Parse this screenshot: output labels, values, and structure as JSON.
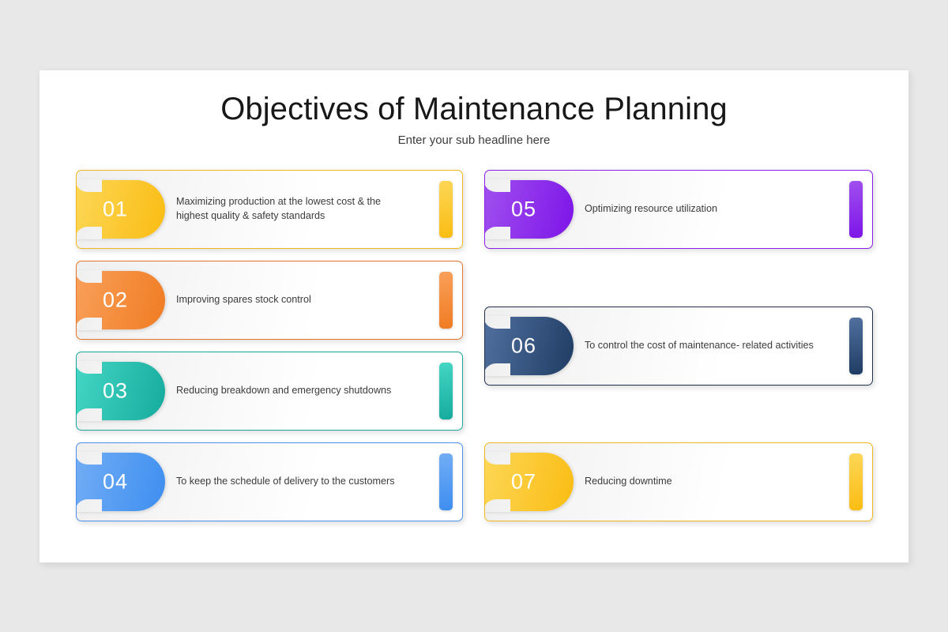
{
  "slide": {
    "title": "Objectives of Maintenance Planning",
    "subtitle": "Enter your sub headline here",
    "background_color": "#e8e8e8",
    "canvas_color": "#ffffff"
  },
  "cards": [
    {
      "number": "01",
      "text": "Maximizing production at the lowest cost & the highest quality & safety standards",
      "color_from": "#fdd757",
      "color_to": "#fabc12",
      "border_color": "#f0b71e",
      "column": "left",
      "row": 1
    },
    {
      "number": "02",
      "text": "Improving spares stock control",
      "color_from": "#f9a05a",
      "color_to": "#f07c22",
      "border_color": "#e8762a",
      "column": "left",
      "row": 2
    },
    {
      "number": "03",
      "text": "Reducing breakdown and emergency shutdowns",
      "color_from": "#45d6c4",
      "color_to": "#15ab9d",
      "border_color": "#18a99c",
      "column": "left",
      "row": 3
    },
    {
      "number": "04",
      "text": "To keep the schedule of delivery to the customers",
      "color_from": "#72adf5",
      "color_to": "#3d8ef0",
      "border_color": "#4a92ee",
      "column": "left",
      "row": 4
    },
    {
      "number": "05",
      "text": "Optimizing resource utilization",
      "color_from": "#a050ef",
      "color_to": "#7d14e8",
      "border_color": "#8b1fe8",
      "column": "right",
      "row": 1
    },
    {
      "number": "06",
      "text": "To control the cost of maintenance- related activities",
      "color_from": "#51709f",
      "color_to": "#1e3c63",
      "border_color": "#20304a",
      "column": "right",
      "row": 2
    },
    {
      "number": "07",
      "text": "Reducing downtime",
      "color_from": "#fdd757",
      "color_to": "#fabc12",
      "border_color": "#f0b71e",
      "column": "right",
      "row": 3
    }
  ]
}
